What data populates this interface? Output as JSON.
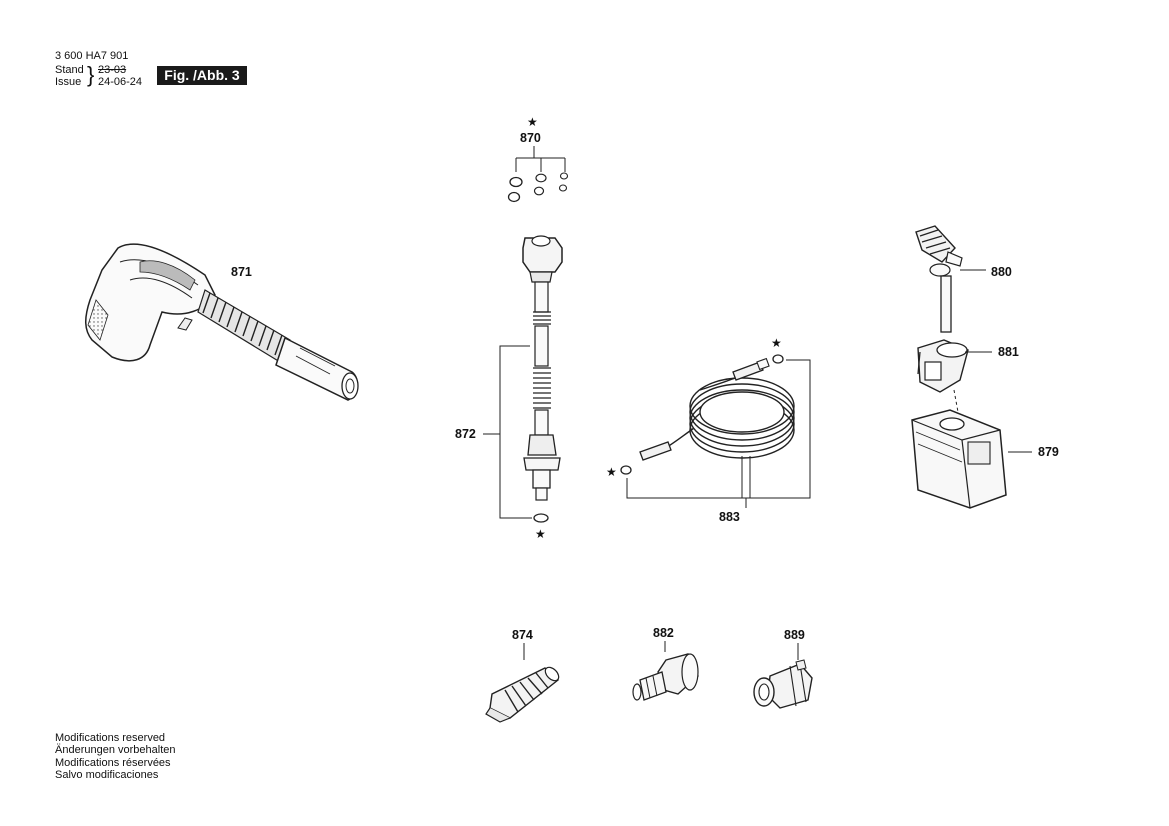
{
  "header": {
    "doc_number": "3 600 HA7 901",
    "stand_label": "Stand",
    "issue_label": "Issue",
    "stand_date": "23-03",
    "issue_date": "24-06-24",
    "figure_label": "Fig. /Abb. 3"
  },
  "parts": [
    {
      "number": "870",
      "name": "o-ring-set"
    },
    {
      "number": "871",
      "name": "spray-gun"
    },
    {
      "number": "872",
      "name": "spray-lance"
    },
    {
      "number": "883",
      "name": "high-pressure-hose"
    },
    {
      "number": "880",
      "name": "detergent-nozzle"
    },
    {
      "number": "881",
      "name": "bottle-cap"
    },
    {
      "number": "879",
      "name": "detergent-bottle"
    },
    {
      "number": "874",
      "name": "rotary-nozzle"
    },
    {
      "number": "882",
      "name": "adapter"
    },
    {
      "number": "889",
      "name": "connector"
    }
  ],
  "star_symbol": "★",
  "footer_notes": [
    "Modifications reserved",
    "Änderungen vorbehalten",
    "Modifications réservées",
    "Salvo modificaciones"
  ]
}
